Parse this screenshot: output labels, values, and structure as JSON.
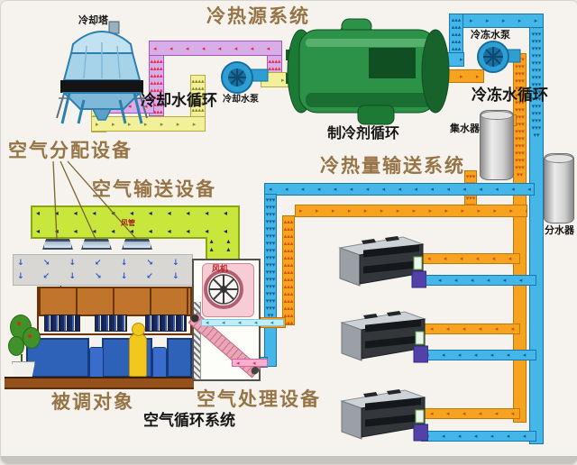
{
  "title": "冷热源系统",
  "labels": {
    "cooling_tower": "冷却塔",
    "cooling_water_loop": "冷却水循环",
    "cooling_water_pump": "冷却水泵",
    "chilled_water_pump": "冷冻水泵",
    "chilled_water_loop": "冷冻水循环",
    "refrigerant_loop": "制冷剂循环",
    "collector": "集水器",
    "distributor": "分水器",
    "air_distribution": "空气分配设备",
    "air_transport": "空气输送设备",
    "heat_transport_system": "冷热量输送系统",
    "duct": "风管",
    "ahu_fan": "风机",
    "conditioned_object": "被调对象",
    "air_handling": "空气处理设备",
    "air_loop_system": "空气循环系统"
  },
  "colors": {
    "chilled_water_pipe": "#45b6e8",
    "return_water_pipe": "#f6a41f",
    "cooling_supply_pipe": "#d9ade8",
    "cooling_return_pipe": "#f2f09a",
    "air_duct": "#c9e63c",
    "chiller_body": "#2b9247",
    "pump_body": "#2e9fd4",
    "label_accent": "#967445"
  }
}
